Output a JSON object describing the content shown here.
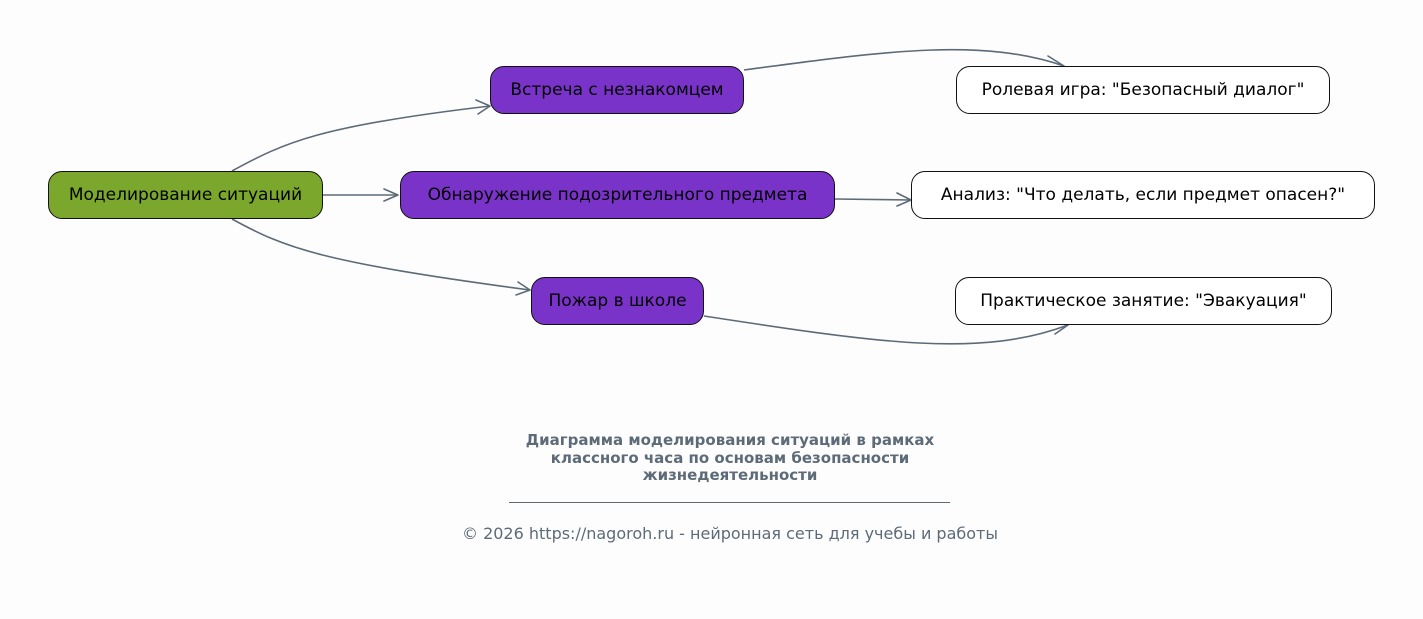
{
  "diagram": {
    "root": "Моделирование ситуаций",
    "situations": [
      "Встреча с незнакомцем",
      "Обнаружение подозрительного предмета",
      "Пожар в школе"
    ],
    "activities": [
      "Ролевая игра: \"Безопасный диалог\"",
      "Анализ: \"Что делать, если предмет опасен?\"",
      "Практическое занятие: \"Эвакуация\""
    ]
  },
  "caption": {
    "lines": [
      "Диаграмма моделирования ситуаций в рамках",
      "классного часа по основам безопасности",
      "жизнедеятельности"
    ]
  },
  "footer": {
    "text": "© 2026 https://nagoroh.ru - нейронная сеть для учебы и работы"
  },
  "colors": {
    "root_fill": "#7ba82c",
    "situation_fill": "#7a33c8",
    "activity_fill": "#ffffff",
    "edge": "#5d6b79",
    "caption_text": "#5d6b79"
  }
}
